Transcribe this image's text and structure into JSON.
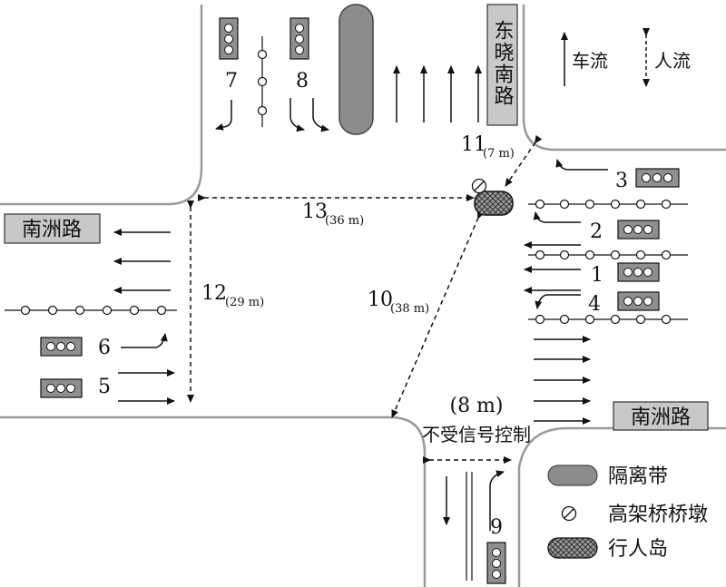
{
  "roads": {
    "north": "东晓南路",
    "west": "南洲路",
    "east": "南洲路"
  },
  "legend": {
    "vehicle_flow": "车流",
    "pedestrian_flow": "人流",
    "median": "隔离带",
    "pier": "高架桥桥墩",
    "refuge_island": "行人岛"
  },
  "phases": [
    "1",
    "2",
    "3",
    "4",
    "5",
    "6",
    "7",
    "8",
    "9"
  ],
  "crossings": [
    {
      "id": "10",
      "length": "(38 m)"
    },
    {
      "id": "11",
      "length": "(7 m)"
    },
    {
      "id": "12",
      "length": "(29 m)"
    },
    {
      "id": "13",
      "length": "(36 m)"
    }
  ],
  "south_crossing": {
    "length": "(8 m)",
    "note": "不受信号控制"
  }
}
